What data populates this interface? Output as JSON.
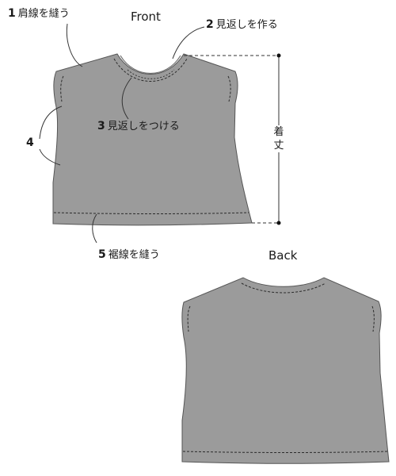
{
  "views": {
    "front": "Front",
    "back": "Back"
  },
  "steps": [
    {
      "num": "1",
      "text": "肩線を縫う"
    },
    {
      "num": "2",
      "text": "見返しを作る"
    },
    {
      "num": "3",
      "text": "見返しをつける"
    },
    {
      "num": "4",
      "text": ""
    },
    {
      "num": "5",
      "text": "裾線を縫う"
    }
  ],
  "length_label": {
    "chars": [
      "着",
      "丈"
    ]
  },
  "colors": {
    "garment_fill": "#9b9b9b",
    "outline": "#555555",
    "stitch": "#2b2b2b",
    "text": "#1a1a1a"
  }
}
